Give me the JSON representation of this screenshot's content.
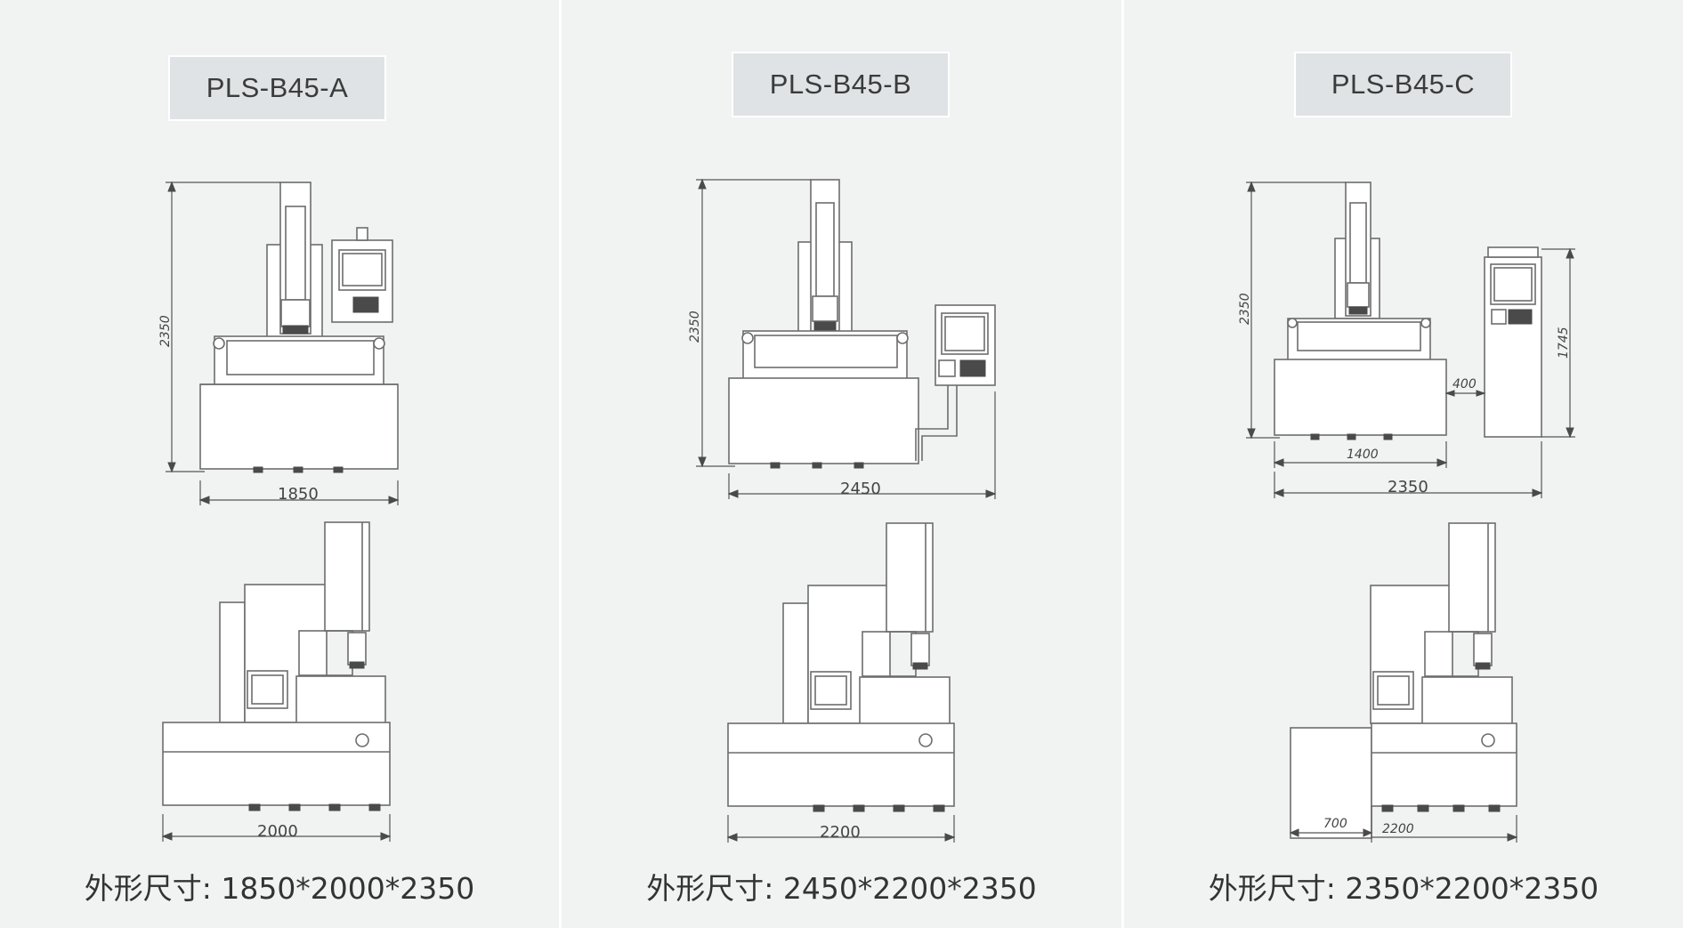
{
  "panels": [
    {
      "model": "PLS-B45-A",
      "height_dim": "2350",
      "front_width_dim": "1850",
      "side_width_dim": "2000",
      "caption": "外形尺寸: 1850*2000*2350"
    },
    {
      "model": "PLS-B45-B",
      "height_dim": "2350",
      "front_width_dim": "2450",
      "side_width_dim": "2200",
      "caption": "外形尺寸: 2450*2200*2350"
    },
    {
      "model": "PLS-B45-C",
      "height_dim": "2350",
      "cabinet_height_dim": "1745",
      "gap_dim": "400",
      "machine_width_dim": "1400",
      "front_width_dim": "2350",
      "side_ext_dim": "700",
      "side_width_dim": "2200",
      "caption": "外形尺寸: 2350*2200*2350"
    }
  ],
  "colors": {
    "background": "#f1f2f2",
    "badge": "#dfe3e5",
    "line": "#6d6d6d"
  }
}
